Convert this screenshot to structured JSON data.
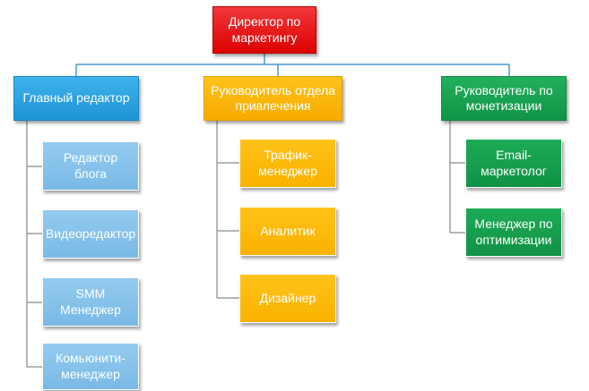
{
  "root": {
    "label": "Директор по маркетингу"
  },
  "departments": [
    {
      "label": "Главный редактор",
      "children": [
        "Редактор блога",
        "Видеоредактор",
        "SMM Менеджер",
        "Комьюнити-менеджер"
      ]
    },
    {
      "label": "Руководитель отдела привлечения",
      "children": [
        "Трафик-менеджер",
        "Аналитик",
        "Дизайнер"
      ]
    },
    {
      "label": "Руководитель по монетизации",
      "children": [
        "Email-маркетолог",
        "Менеджер по оптимизации"
      ]
    }
  ],
  "colors": {
    "root": "#e60000",
    "dept_1": "#29a4e2",
    "dept_1_child": "#86c2ec",
    "dept_2": "#ffb90f",
    "dept_2_child": "#ffb90f",
    "dept_3": "#15a050",
    "dept_3_child": "#15a050",
    "connector": "#4a9ad0"
  }
}
